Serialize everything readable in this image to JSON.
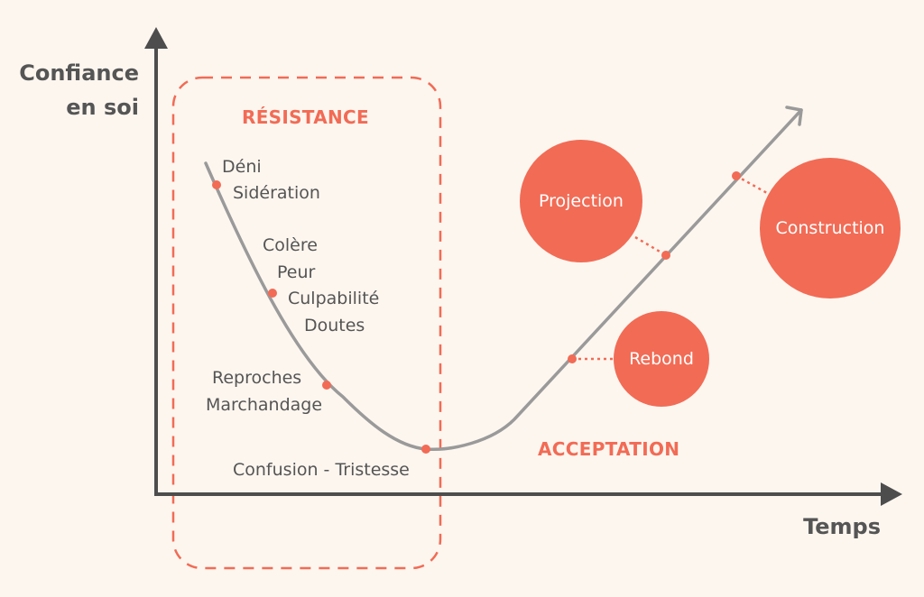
{
  "colors": {
    "background": "#fdf6ef",
    "accent": "#f26b55",
    "axis": "#4d4d4d",
    "curve": "#9a9a9a",
    "text": "#555555"
  },
  "axes": {
    "y_label_line1": "Confiance",
    "y_label_line2": "en soi",
    "x_label": "Temps"
  },
  "zones": {
    "resistance": "RÉSISTANCE",
    "acceptation": "ACCEPTATION"
  },
  "stages": {
    "deni": "Déni",
    "sideration": "Sidération",
    "colere": "Colère",
    "peur": "Peur",
    "culpabilite": "Culpabilité",
    "doutes": "Doutes",
    "reproches": "Reproches",
    "marchandage": "Marchandage",
    "confusion": "Confusion - Tristesse"
  },
  "bubbles": {
    "projection": "Projection",
    "construction": "Construction",
    "rebond": "Rebond"
  },
  "icons": {
    "y_arrow": "arrow-up-icon",
    "x_arrow": "arrow-right-icon",
    "curve_arrow": "chevron-arrow-icon"
  }
}
